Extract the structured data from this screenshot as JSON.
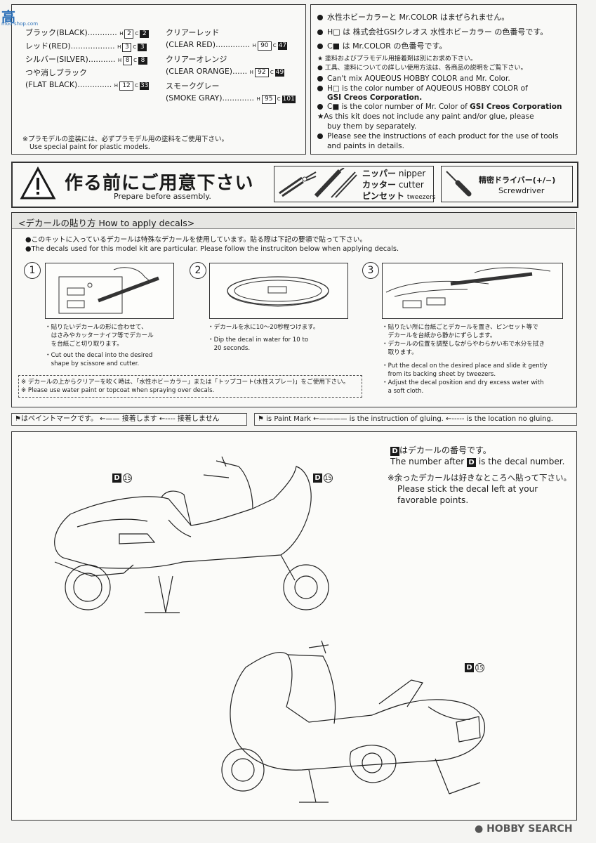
{
  "logo": {
    "text": "高",
    "sub": "moo-shop.com"
  },
  "paints": {
    "left": [
      {
        "name": "ブラック(BLACK)",
        "h": "2",
        "c": "2"
      },
      {
        "name": "レッド(RED)",
        "h": "3",
        "c": "3"
      },
      {
        "name": "シルバー(SILVER)",
        "h": "8",
        "c": "8"
      },
      {
        "name": "つや消しブラック",
        "h": "",
        "c": ""
      },
      {
        "name": "(FLAT BLACK)",
        "h": "12",
        "c": "33"
      }
    ],
    "right": [
      {
        "jp": "クリアーレッド",
        "en": "(CLEAR RED)",
        "h": "90",
        "c": "47"
      },
      {
        "jp": "クリアーオレンジ",
        "en": "(CLEAR ORANGE)",
        "h": "92",
        "c": "49"
      },
      {
        "jp": "スモークグレー",
        "en": "(SMOKE GRAY)",
        "h": "95",
        "c": "101"
      }
    ],
    "note_jp": "※プラモデルの塗装には、必ずプラモデル用の塗料をご使用下さい。",
    "note_en": "Use special paint for plastic models."
  },
  "info": {
    "jp1": "水性ホビーカラーと Mr.COLOR はまぜられません。",
    "jp2": "H□ は 株式会社GSIクレオス 水性ホビーカラー の色番号です。",
    "jp3": "C■ は Mr.COLOR の色番号です。",
    "jp4": "★ 塗料およびプラモデル用接着剤は別にお求め下さい。",
    "jp5": "● 工具、塗料についての詳しい使用方法は、各商品の説明をご覧下さい。",
    "en1": "Can't mix AQUEOUS HOBBY COLOR and Mr. Color.",
    "en2a": "H□ is the color number of AQUEOUS HOBBY COLOR of",
    "en2b": "GSI Creos Corporation.",
    "en3a": "C■ is the color number of Mr. Color of",
    "en3b": "GSI Creos Corporation",
    "en4a": "★As this kit does not include any paint and/or glue, please",
    "en4b": "buy them by separately.",
    "en5a": "Please see the instructions of each product for the use of tools",
    "en5b": "and paints in details."
  },
  "prepare": {
    "title_jp": "作る前にご用意下さい",
    "title_en": "Prepare before assembly.",
    "nipper_jp": "ニッパー",
    "nipper_en": "nipper",
    "cutter_jp": "カッター",
    "cutter_en": "cutter",
    "tweezers_jp": "ピンセット",
    "tweezers_en": "tweezers",
    "driver_jp": "精密ドライバー(+/−)",
    "driver_en": "Screwdriver"
  },
  "decals": {
    "header": "<デカールの貼り方 How to apply decals>",
    "intro_jp": "●このキットに入っているデカールは特殊なデカールを使用しています。貼る際は下記の要領で貼って下さい。",
    "intro_en": "●The decals used for this model kit are particular. Please follow the instruciton below when applying decals.",
    "steps": [
      {
        "num": "1",
        "jp": "・貼りたいデカールの形に合わせて、\n　はさみやカッターナイフ等でデカール\n　を台紙ごと切り取ります。",
        "en": "・Cut out the decal into the desired\n　shape by scissore and cutter."
      },
      {
        "num": "2",
        "jp": "・デカールを水に10〜20秒程つけます。",
        "en": "・Dip the decal in water for 10 to\n　20 seconds."
      },
      {
        "num": "3",
        "jp": "・貼りたい所に台紙ごとデカールを置き、ピンセット等で\n　デカールを台紙から静かにずらします。\n・デカールの位置を調整しながらやわらかい布で水分を拭き\n　取ります。",
        "en": "・Put the decal on the desired place and slide it gently\n　from its backing sheet by tweezers.\n・Adjust the decal position and dry excess water with\n　a soft cloth."
      }
    ],
    "note_jp": "※ デカールの上からクリアーを吹く時は、「水性ホビーカラー」または「トップコート(水性スプレー)」をご使用下さい。",
    "note_en": "※ Please use water paint or topcoat when spraying over decals."
  },
  "legend": {
    "jp": "はペイントマークです。 ←—— 接着します ←---- 接着しません",
    "en": "is Paint Mark ←———— is the instruction of gluing. ←----- is the location no gluing."
  },
  "assembly": {
    "tag": "D",
    "num": "15",
    "note1_jp": "はデカールの番号です。",
    "note1_en": "The number after",
    "note1_en2": "is the decal number.",
    "note2_jp": "※余ったデカールは好きなところへ貼って下さい。",
    "note2_en1": "Please stick the decal left at your",
    "note2_en2": "favorable points."
  },
  "watermark": "HOBBY SEARCH"
}
